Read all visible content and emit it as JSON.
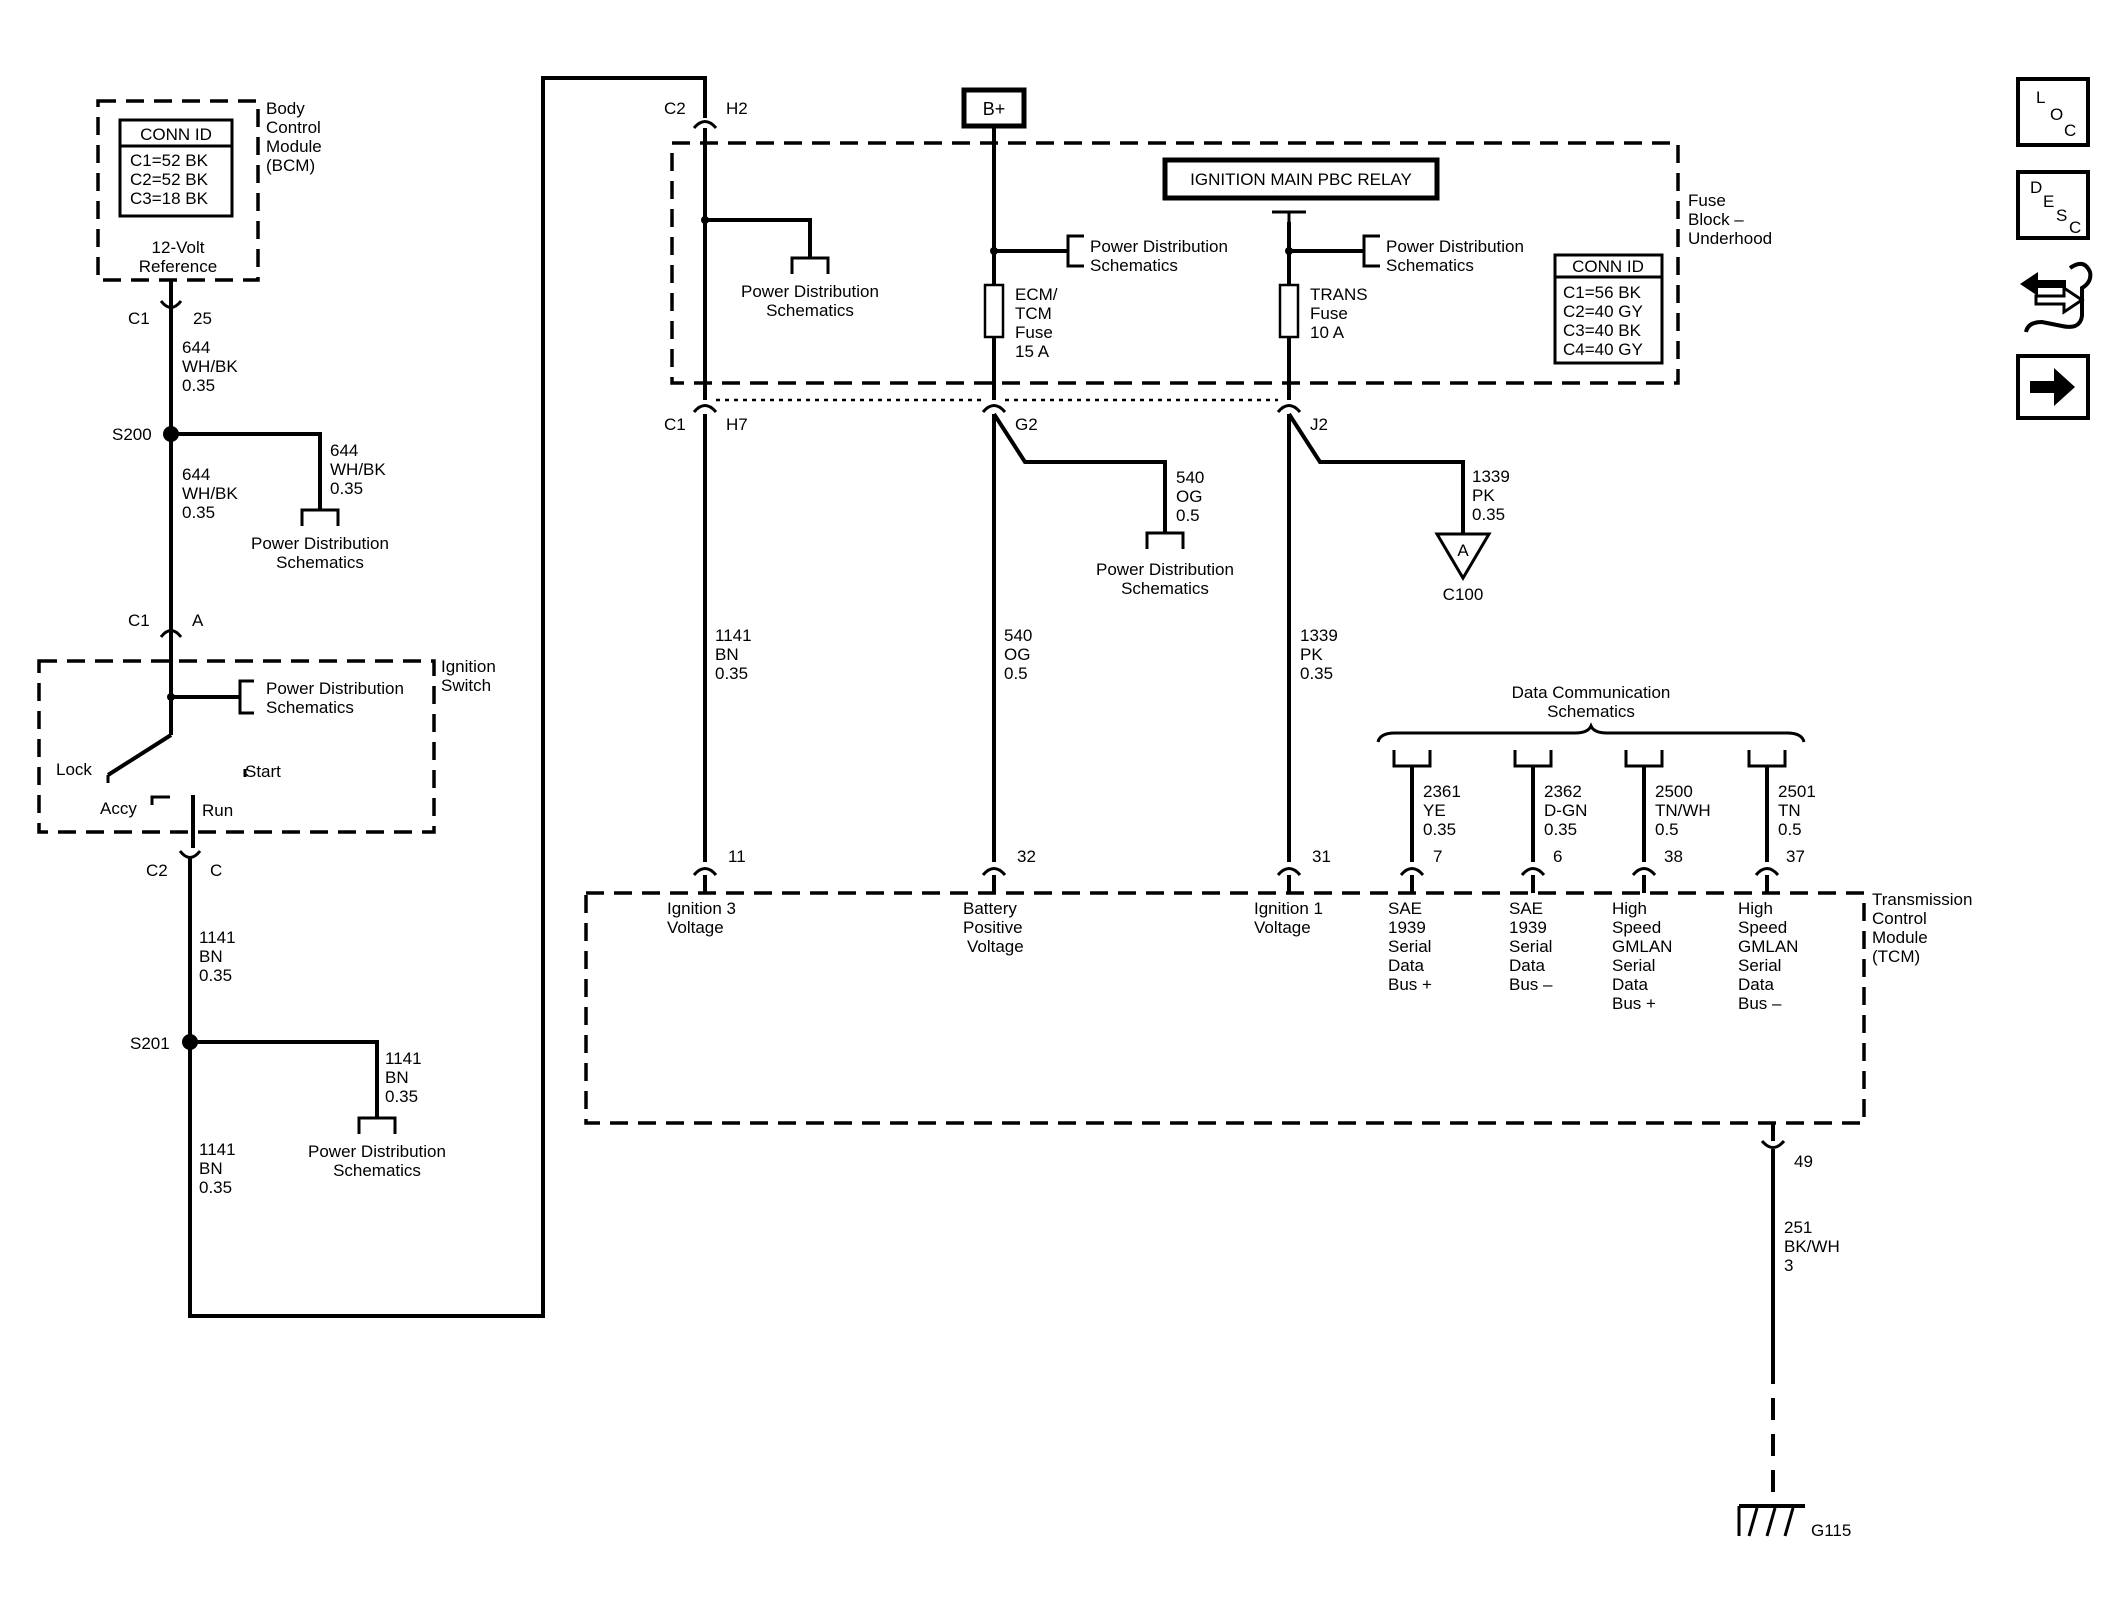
{
  "bcm": {
    "name": [
      "Body",
      "Control",
      "Module",
      "(BCM)"
    ],
    "conn_title": "CONN ID",
    "conn_rows": [
      "C1=52 BK",
      "C2=52 BK",
      "C3=18 BK"
    ],
    "ref_label": [
      "12-Volt",
      "Reference"
    ],
    "connector": "C1",
    "pin": "25"
  },
  "wires_left": {
    "w644_a": [
      "644",
      "WH/BK",
      "0.35"
    ],
    "splice_s200": "S200",
    "w644_b": [
      "644",
      "WH/BK",
      "0.35"
    ],
    "w644_c": [
      "644",
      "WH/BK",
      "0.35"
    ],
    "pds_1": [
      "Power Distribution",
      "Schematics"
    ]
  },
  "ignition_switch": {
    "connector_top": "C1",
    "pin_top": "A",
    "name": [
      "Ignition",
      "Switch"
    ],
    "pds": [
      "Power Distribution",
      "Schematics"
    ],
    "lock": "Lock",
    "start": "Start",
    "accy": "Accy",
    "run": "Run",
    "connector_bottom": "C2",
    "pin_bottom": "C"
  },
  "wires_left2": {
    "w1141_a": [
      "1141",
      "BN",
      "0.35"
    ],
    "splice_s201": "S201",
    "w1141_b": [
      "1141",
      "BN",
      "0.35"
    ],
    "w1141_c": [
      "1141",
      "BN",
      "0.35"
    ],
    "pds_2": [
      "Power Distribution",
      "Schematics"
    ]
  },
  "fuse_block": {
    "name": [
      "Fuse",
      "Block –",
      "Underhood"
    ],
    "battery": "B+",
    "relay": "IGNITION MAIN PBC RELAY",
    "conn_title": "CONN ID",
    "conn_rows": [
      "C1=56 BK",
      "C2=40 GY",
      "C3=40 BK",
      "C4=40 GY"
    ],
    "pds_a": [
      "Power Distribution",
      "Schematics"
    ],
    "pds_b": [
      "Power Distribution",
      "Schematics"
    ],
    "pds_c": [
      "Power Distribution",
      "Schematics"
    ],
    "fuse_ecm": [
      "ECM/",
      "TCM",
      "Fuse",
      "15 A"
    ],
    "fuse_trans": [
      "TRANS",
      "Fuse",
      "10 A"
    ],
    "conn_c2": "C2",
    "pin_h2": "H2",
    "conn_c1": "C1",
    "pin_h7": "H7",
    "pin_g2": "G2",
    "pin_j2": "J2"
  },
  "mid_wires": {
    "w540_branch": [
      "540",
      "OG",
      "0.5"
    ],
    "pds_540": [
      "Power Distribution",
      "Schematics"
    ],
    "w1339_branch": [
      "1339",
      "PK",
      "0.35"
    ],
    "c100_pin": "A",
    "c100": "C100",
    "w1141": [
      "1141",
      "BN",
      "0.35"
    ],
    "w540": [
      "540",
      "OG",
      "0.5"
    ],
    "w1339": [
      "1339",
      "PK",
      "0.35"
    ]
  },
  "data_comm": {
    "title": [
      "Data Communication",
      "Schematics"
    ],
    "wires": [
      [
        "2361",
        "YE",
        "0.35"
      ],
      [
        "2362",
        "D-GN",
        "0.35"
      ],
      [
        "2500",
        "TN/WH",
        "0.5"
      ],
      [
        "2501",
        "TN",
        "0.5"
      ]
    ]
  },
  "tcm": {
    "name": [
      "Transmission",
      "Control",
      "Module",
      "(TCM)"
    ],
    "pins": [
      "11",
      "32",
      "31",
      "7",
      "6",
      "38",
      "37"
    ],
    "labels": [
      [
        "Ignition 3",
        "Voltage"
      ],
      [
        "Battery",
        "Positive",
        "Voltage"
      ],
      [
        "Ignition 1",
        "Voltage"
      ],
      [
        "SAE",
        "1939",
        "Serial",
        "Data",
        "Bus +"
      ],
      [
        "SAE",
        "1939",
        "Serial",
        "Data",
        "Bus –"
      ],
      [
        "High",
        "Speed",
        "GMLAN",
        "Serial",
        "Data",
        "Bus +"
      ],
      [
        "High",
        "Speed",
        "GMLAN",
        "Serial",
        "Data",
        "Bus –"
      ]
    ],
    "ground_pin": "49",
    "ground_wire": [
      "251",
      "BK/WH",
      "3"
    ],
    "ground_name": "G115"
  },
  "nav": {
    "loc": [
      "L",
      "O",
      "C"
    ],
    "desc": [
      "D",
      "E",
      "S",
      "C"
    ]
  }
}
